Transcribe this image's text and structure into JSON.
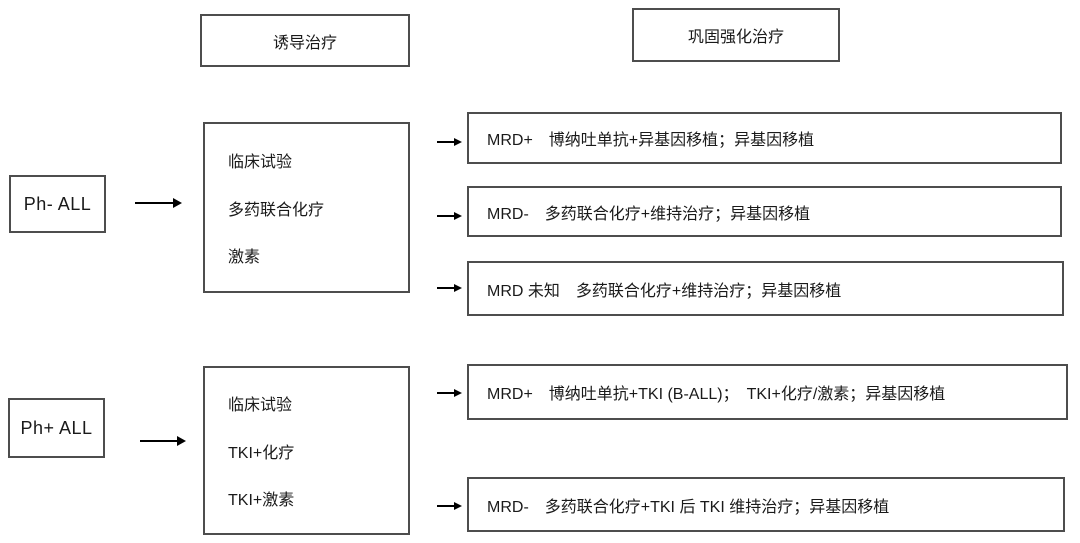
{
  "headers": [
    {
      "label": "诱导治疗"
    },
    {
      "label": "巩固强化治疗"
    }
  ],
  "rows": [
    {
      "patient": "Ph- ALL",
      "induction": [
        "临床试验",
        "多药联合化疗",
        "激素"
      ],
      "consolidation": [
        "MRD+　博纳吐单抗+异基因移植；异基因移植",
        "MRD-　多药联合化疗+维持治疗；异基因移植",
        "MRD 未知　多药联合化疗+维持治疗；异基因移植"
      ]
    },
    {
      "patient": "Ph+ ALL",
      "induction": [
        "临床试验",
        "TKI+化疗",
        "TKI+激素"
      ],
      "consolidation": [
        "MRD+　博纳吐单抗+TKI (B-ALL)；　TKI+化疗/激素；异基因移植",
        "MRD-　多药联合化疗+TKI 后 TKI 维持治疗；异基因移植"
      ]
    }
  ],
  "colors": {
    "background": "#ffffff",
    "box_border": "#4d4d4d",
    "text": "#1a1a1a",
    "arrow": "#000000"
  }
}
